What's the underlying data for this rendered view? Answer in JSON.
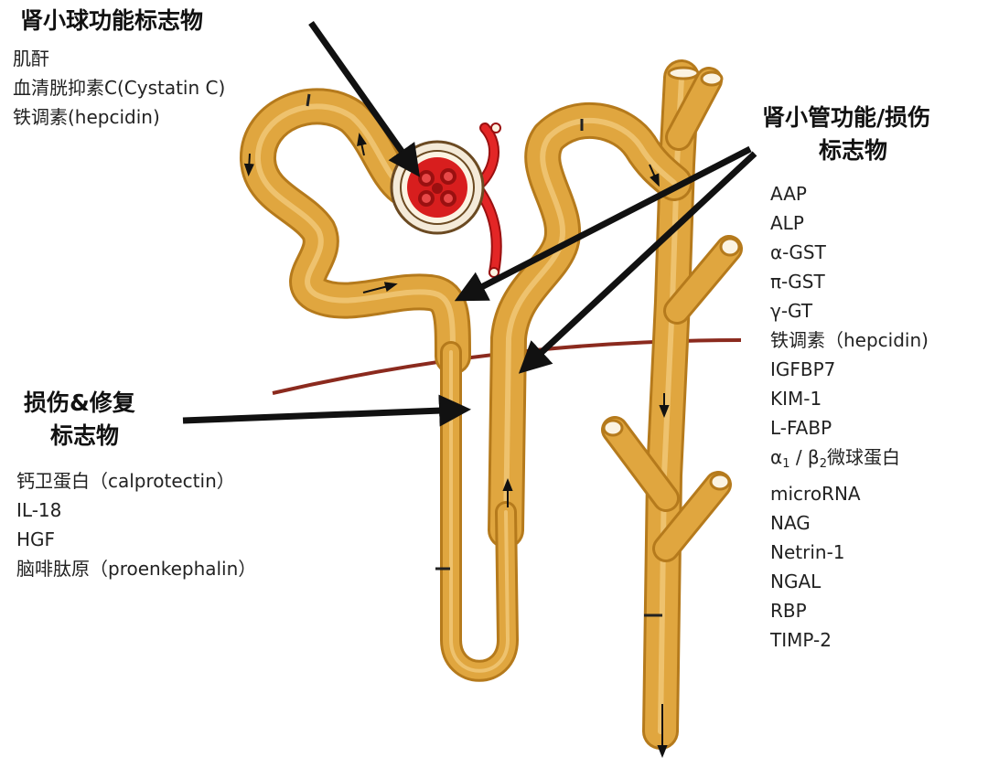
{
  "glomerular": {
    "title": "肾小球功能标志物",
    "items": [
      "肌酐",
      "血清胱抑素C(Cystatin C)",
      "铁调素(hepcidin)"
    ]
  },
  "tubular": {
    "title_line1": "肾小管功能/损伤",
    "title_line2": "标志物",
    "items": [
      "AAP",
      "ALP",
      "α-GST",
      "π-GST",
      "γ-GT",
      "铁调素（hepcidin)",
      "IGFBP7",
      "KIM-1",
      "L-FABP"
    ],
    "micro_alpha": "α",
    "micro_sub1": "1",
    "micro_sep": " / β",
    "micro_sub2": "2",
    "micro_suffix": "微球蛋白",
    "items_after": [
      "microRNA",
      "NAG",
      "Netrin-1",
      "NGAL",
      "RBP",
      "TIMP-2"
    ]
  },
  "repair": {
    "title_line1": "损伤&修复",
    "title_line2": "标志物",
    "items": [
      "钙卫蛋白（calprotectin）",
      "IL-18",
      "HGF",
      "脑啡肽原（proenkephalin）"
    ]
  },
  "colors": {
    "tubule_fill": "#e0a63f",
    "tubule_edge": "#b57a1c",
    "tubule_highlight": "#f3cf83",
    "glomerulus": "#d81e1e",
    "capsule": "#f4ead8",
    "boundary": "#8b2a1e",
    "arrow": "#111111"
  }
}
